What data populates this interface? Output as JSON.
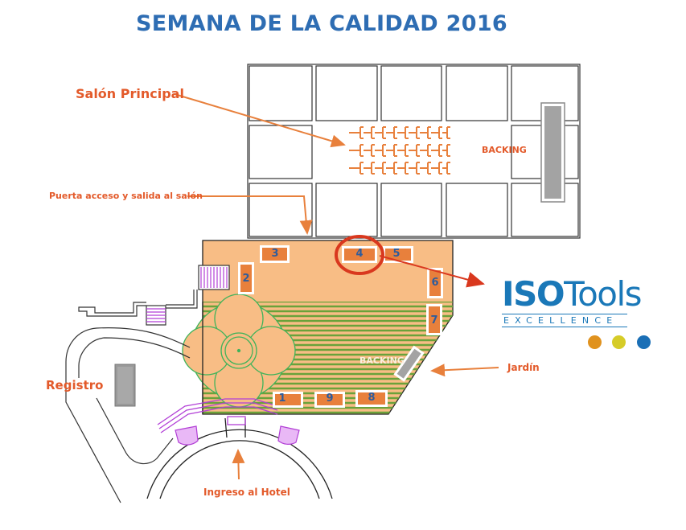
{
  "title": "SEMANA DE LA CALIDAD 2016",
  "labels": {
    "salon_principal": "Salón Principal",
    "puerta": "Puerta acceso y salida al salón",
    "registro": "Registro",
    "jardin": "Jardín",
    "ingreso": "Ingreso al Hotel",
    "backing_salon": "BACKING",
    "backing_jardin": "BACKING"
  },
  "booths": [
    {
      "id": "1",
      "label": "1"
    },
    {
      "id": "2",
      "label": "2"
    },
    {
      "id": "3",
      "label": "3"
    },
    {
      "id": "4",
      "label": "4",
      "highlighted": true
    },
    {
      "id": "5",
      "label": "5"
    },
    {
      "id": "6",
      "label": "6"
    },
    {
      "id": "7",
      "label": "7"
    },
    {
      "id": "8",
      "label": "8"
    },
    {
      "id": "9",
      "label": "9"
    }
  ],
  "logo": {
    "brand_bold": "ISO",
    "brand_light": "Tools",
    "tagline": "EXCELLENCE",
    "dot_colors": [
      "#e0921e",
      "#d6cc28",
      "#1a6fb6"
    ]
  },
  "colors": {
    "title": "#2e6db3",
    "label": "#e35a2a",
    "arrow": "#e8803c",
    "floor": "#f8bd85",
    "booth": "#e8803c",
    "booth_text": "#2e5c9c",
    "garden_line": "#6aa23a",
    "stairs": "#b23fd6",
    "highlight": "#d9381e"
  }
}
